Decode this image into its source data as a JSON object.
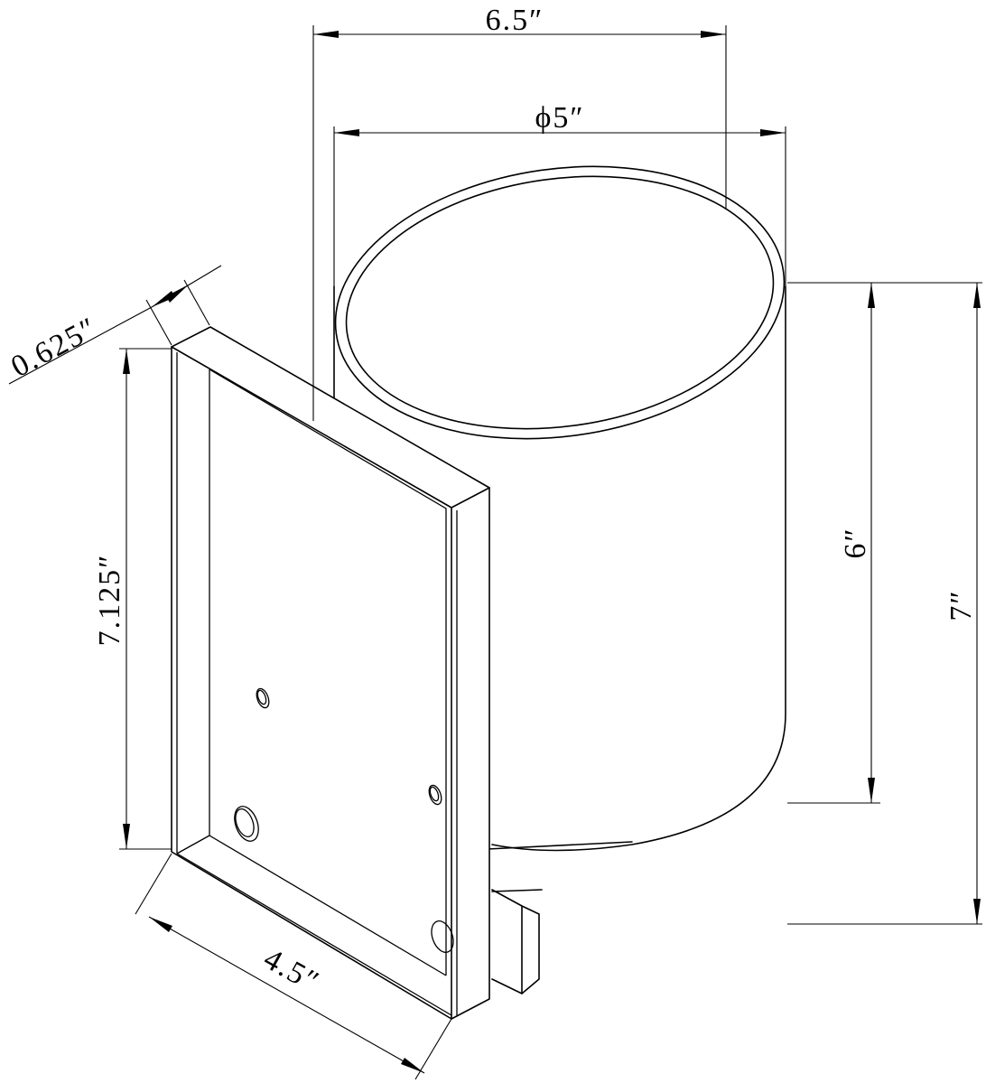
{
  "drawing": {
    "dimensions": {
      "width_overall": "6.5″",
      "diameter": "ϕ5″",
      "backplate_depth": "0.625″",
      "backplate_height": "7.125″",
      "backplate_width": "4.5″",
      "shade_height": "6″",
      "overall_height": "7″"
    }
  }
}
